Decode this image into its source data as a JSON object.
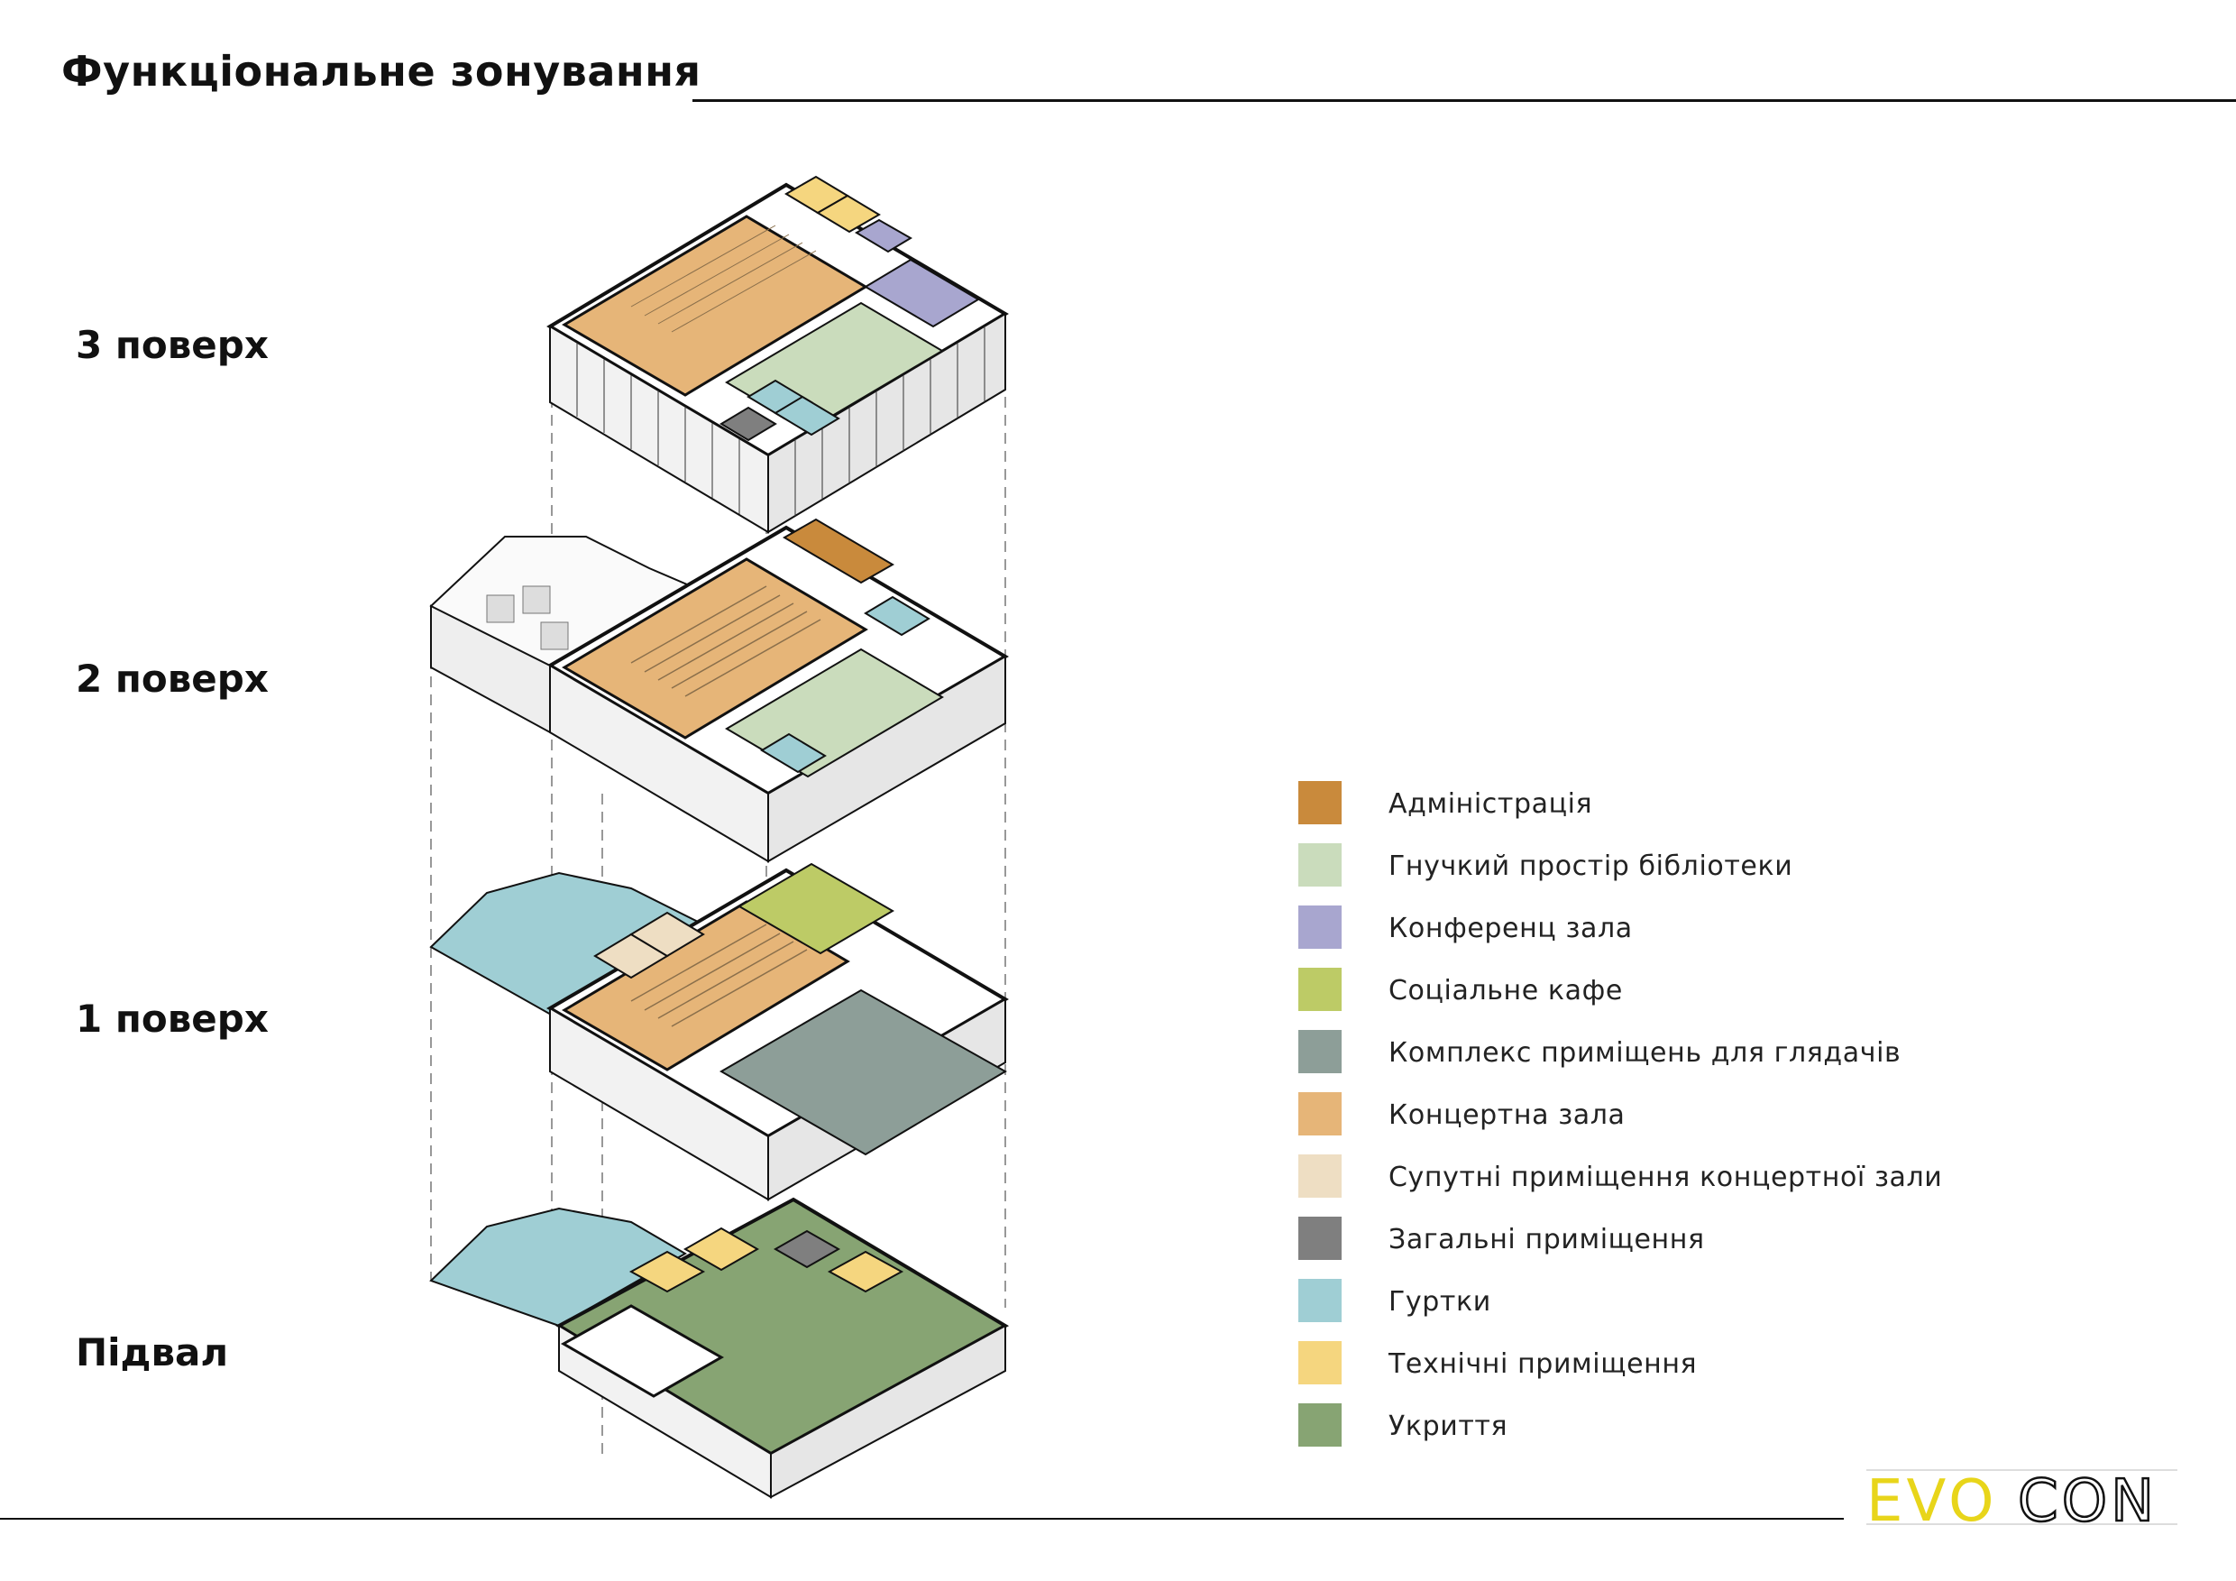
{
  "header": {
    "title": "Функціональне зонування"
  },
  "floors": [
    {
      "label": "3 поверх"
    },
    {
      "label": "2 поверх"
    },
    {
      "label": "1 поверх"
    },
    {
      "label": "Підвал"
    }
  ],
  "legend": {
    "items": [
      {
        "label": "Адміністрація",
        "color": "#c98a3c"
      },
      {
        "label": "Гнучкий простір бібліотеки",
        "color": "#cadcbc"
      },
      {
        "label": "Конференц зала",
        "color": "#a8a6cf"
      },
      {
        "label": "Соціальне кафе",
        "color": "#bdcb66"
      },
      {
        "label": "Комплекс приміщень для глядачів",
        "color": "#8d9e98"
      },
      {
        "label": "Концертна зала",
        "color": "#e6b578"
      },
      {
        "label": "Супутні приміщення концертної зали",
        "color": "#eedec3"
      },
      {
        "label": "Загальні приміщення",
        "color": "#7f7f7f"
      },
      {
        "label": "Гуртки",
        "color": "#9fced4"
      },
      {
        "label": "Технічні приміщення",
        "color": "#f5d67f"
      },
      {
        "label": "Укриття",
        "color": "#87a473"
      }
    ]
  },
  "logo": {
    "text_left": "EVO",
    "text_right": "CON",
    "accent": "#e8d51a"
  }
}
